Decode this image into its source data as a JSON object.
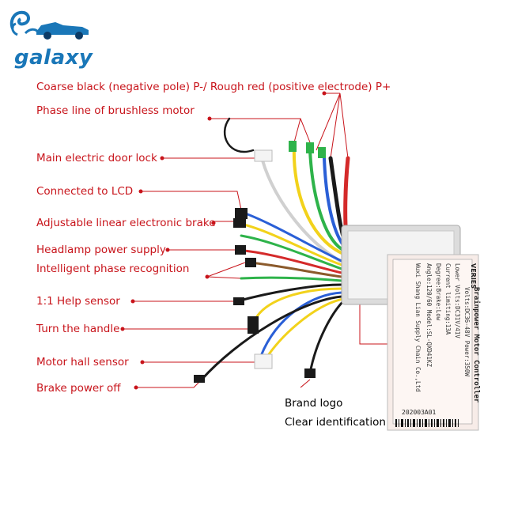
{
  "brand": {
    "logo_text": "galaxy"
  },
  "labels": [
    {
      "text": "Coarse black (negative pole) P-/ Rough red (positive electrode) P+"
    },
    {
      "text": "Phase line of brushless motor"
    },
    {
      "text": "Main electric door lock"
    },
    {
      "text": "Connected to LCD"
    },
    {
      "text": "Adjustable linear electronic brake"
    },
    {
      "text": "Headlamp power supply"
    },
    {
      "text": "Intelligent phase recognition"
    },
    {
      "text": "1:1 Help sensor"
    },
    {
      "text": "Turn the handle"
    },
    {
      "text": "Motor hall sensor"
    },
    {
      "text": "Brake power off"
    }
  ],
  "callouts": [
    {
      "text": "Brand logo"
    },
    {
      "text": "Clear identification"
    }
  ],
  "plate": {
    "brand": "VERIES",
    "title": "Brainpower Motor Controller",
    "lines": [
      "Volts:DC36-48V  Power:350W",
      "Lower Volts:DC31V/41V",
      "Current limiting:13A",
      "Degree:Brake:Low",
      "Angle:120/60  Model:SL-QXD41KZ",
      "Wuxi Shang Lian Supply Chain Co.,Ltd"
    ],
    "code": "202003A01"
  },
  "colors": {
    "label_red": "#c8141b",
    "logo_blue": "#1a77b8",
    "wire_yellow": "#f2d21b",
    "wire_green": "#2eb34a",
    "wire_blue": "#2a5fd6",
    "wire_black": "#1a1a1a",
    "wire_red": "#d42a2a"
  }
}
